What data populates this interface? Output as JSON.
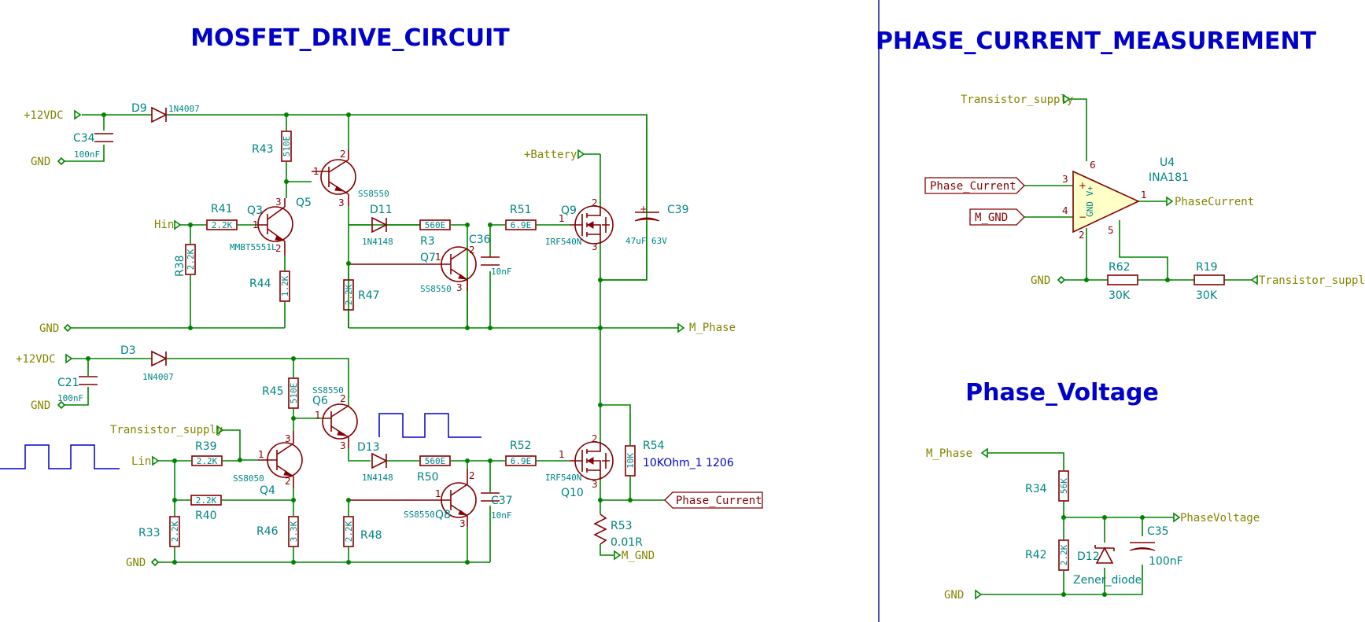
{
  "titles": {
    "mosfet": "MOSFET_DRIVE_CIRCUIT",
    "phase_current": "PHASE_CURRENT_MEASUREMENT",
    "phase_voltage": "Phase_Voltage"
  },
  "nets": {
    "v12_a": "+12VDC",
    "v12_b": "+12VDC",
    "gnd_1": "GND",
    "gnd_2": "GND",
    "gnd_3": "GND",
    "gnd_4": "GND",
    "gnd_5": "GND",
    "gnd_6": "GND",
    "hin": "Hin",
    "lin": "Lin",
    "battery": "+Battery",
    "m_phase_out": "M_Phase",
    "m_phase_in": "M_Phase",
    "m_gnd_out": "M_GND",
    "transistor_supply_1": "Transistor_supply",
    "transistor_supply_2": "Transistor_supply",
    "transistor_supply_3": "Transistor_supply",
    "phase_current_out": "PhaseCurrent",
    "phase_voltage_out": "PhaseVoltage"
  },
  "global_labels": {
    "phase_current_a": "Phase_Current",
    "phase_current_b": "Phase_Current",
    "m_gnd": "M_GND"
  },
  "components": {
    "d9": {
      "ref": "D9",
      "value": "1N4007"
    },
    "d3": {
      "ref": "D3",
      "value": "1N4007"
    },
    "c34": {
      "ref": "C34",
      "value": "100nF"
    },
    "c21": {
      "ref": "C21",
      "value": "100nF"
    },
    "r43": {
      "ref": "R43",
      "value": "510E"
    },
    "r45": {
      "ref": "R45",
      "value": "510E"
    },
    "q5": {
      "ref": "Q5",
      "value": "SS8550"
    },
    "q6": {
      "ref": "Q6",
      "value": "SS8550"
    },
    "r41": {
      "ref": "R41",
      "value": "2.2K"
    },
    "q3": {
      "ref": "Q3",
      "value": "MMBT5551L"
    },
    "r38": {
      "ref": "R38",
      "value": "2.2K"
    },
    "r44": {
      "ref": "R44",
      "value": "1.2K"
    },
    "d11": {
      "ref": "D11",
      "value": "1N4148"
    },
    "d13": {
      "ref": "D13",
      "value": "1N4148"
    },
    "r3": {
      "ref": "R3",
      "value": "560E"
    },
    "r50": {
      "ref": "R50",
      "value": "560E"
    },
    "q7": {
      "ref": "Q7",
      "value": "SS8550"
    },
    "q8": {
      "ref": "Q8",
      "value": "SS8550"
    },
    "c36": {
      "ref": "C36",
      "value": "10nF"
    },
    "c37": {
      "ref": "C37",
      "value": "10nF"
    },
    "r47": {
      "ref": "R47",
      "value": "2.2K"
    },
    "r48": {
      "ref": "R48",
      "value": "2.2K"
    },
    "r51": {
      "ref": "R51",
      "value": "6.9E"
    },
    "r52": {
      "ref": "R52",
      "value": "6.9E"
    },
    "q9": {
      "ref": "Q9",
      "value": "IRF540N"
    },
    "q10": {
      "ref": "Q10",
      "value": "IRF540N"
    },
    "c39": {
      "ref": "C39",
      "value": "47uF",
      "voltage": "63V"
    },
    "r39": {
      "ref": "R39",
      "value": "2.2K"
    },
    "r40": {
      "ref": "R40",
      "value": "2.2K"
    },
    "r33": {
      "ref": "R33",
      "value": "2.2K"
    },
    "q4": {
      "ref": "Q4",
      "value": "SS8050"
    },
    "r46": {
      "ref": "R46",
      "value": "3.3K"
    },
    "r54": {
      "ref": "R54",
      "value": "10K",
      "note": "10KOhm_1 1206"
    },
    "r53": {
      "ref": "R53",
      "value": "0.01R"
    },
    "u4": {
      "ref": "U4",
      "value": "INA181",
      "supply_text": "GND V+"
    },
    "r62": {
      "ref": "R62",
      "value": "30K"
    },
    "r19": {
      "ref": "R19",
      "value": "30K"
    },
    "r34": {
      "ref": "R34",
      "value": "56K"
    },
    "r42": {
      "ref": "R42",
      "value": "2.2K"
    },
    "d12": {
      "ref": "D12",
      "value": "Zener_diode"
    },
    "c35": {
      "ref": "C35",
      "value": "100nF"
    }
  },
  "pins": {
    "one": "1",
    "two": "2",
    "three": "3",
    "four": "4",
    "five": "5",
    "six": "6",
    "plus": "+",
    "minus": "−",
    "cap_plus": "+"
  },
  "colors": {
    "wire": "#008400",
    "part": "#840000",
    "net_label": "#848400",
    "reference": "#008484",
    "title": "#0000c8",
    "opamp_fill": "#ffffc8"
  }
}
